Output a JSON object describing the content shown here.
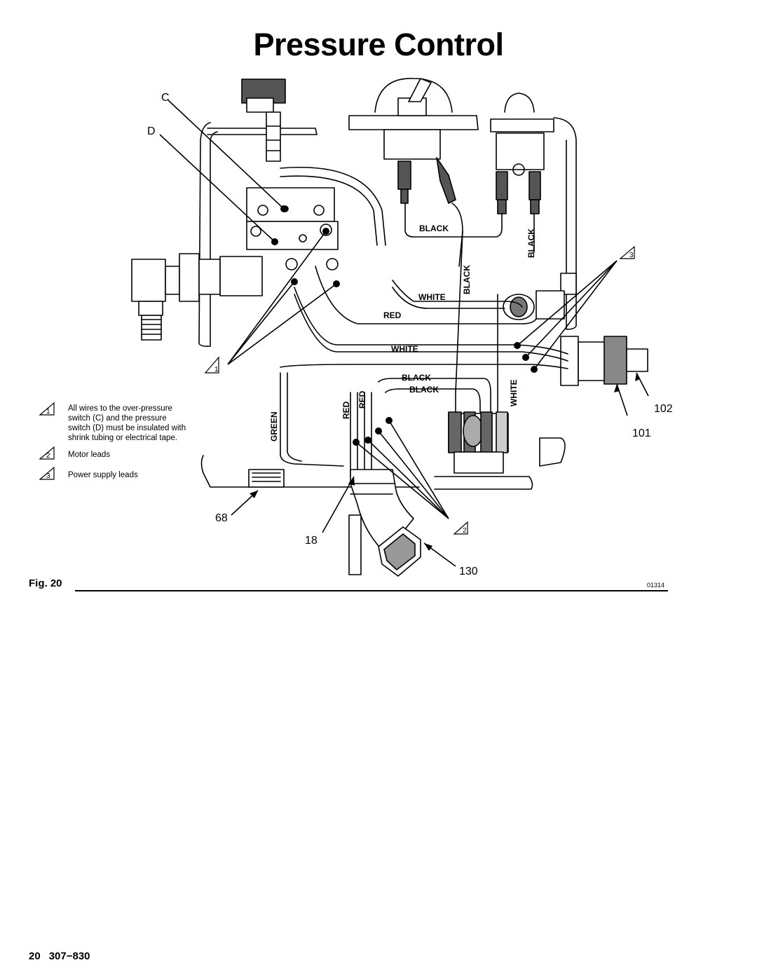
{
  "title": "Pressure Control",
  "figure": {
    "label": "Fig. 20",
    "id": "01314"
  },
  "footer": {
    "page": "20",
    "doc": "307−830"
  },
  "callouts": {
    "c": "C",
    "d": "D",
    "p102": "102",
    "p101": "101",
    "p68": "68",
    "p18": "18",
    "p130": "130"
  },
  "wire_labels": {
    "black_top": "BLACK",
    "black_right": "BLACK",
    "black_mid": "BLACK",
    "white_1": "WHITE",
    "red_1": "RED",
    "white_2": "WHITE",
    "black_low1": "BLACK",
    "black_low2": "BLACK",
    "white_vert": "WHITE",
    "red_v1": "RED",
    "red_v2": "RED",
    "green": "GREEN"
  },
  "notes": [
    {
      "num": "1",
      "text_lines": [
        "All wires to the over-pressure",
        "switch (C) and the pressure",
        "switch (D) must be insulated with",
        "shrink tubing or electrical tape."
      ]
    },
    {
      "num": "2",
      "text_lines": [
        "Motor leads"
      ]
    },
    {
      "num": "3",
      "text_lines": [
        "Power supply leads"
      ]
    }
  ],
  "diagram_markers": {
    "m1": "1",
    "m2": "2",
    "m3": "3"
  }
}
